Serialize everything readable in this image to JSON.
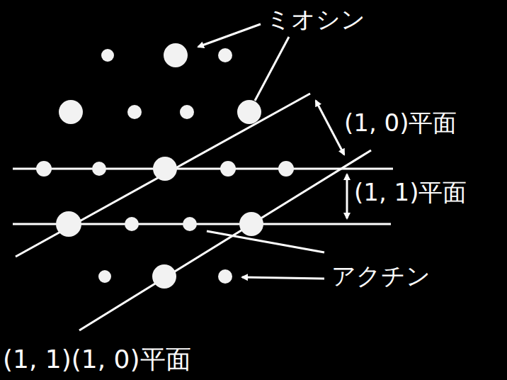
{
  "diagram": {
    "labels": [
      "ミオシン",
      "(1, 0)平面",
      "(1, 1)平面",
      "アクチン",
      "(1, 1)(1, 0)平面"
    ]
  }
}
